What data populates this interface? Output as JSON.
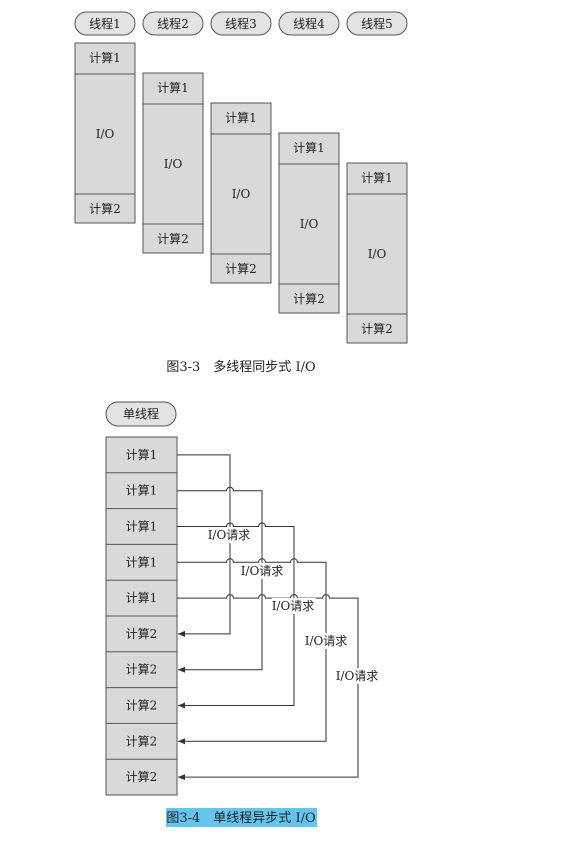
{
  "fig33": {
    "threads": [
      {
        "name": "线程1",
        "compute1": "计算1",
        "io": "I/O",
        "compute2": "计算2"
      },
      {
        "name": "线程2",
        "compute1": "计算1",
        "io": "I/O",
        "compute2": "计算2"
      },
      {
        "name": "线程3",
        "compute1": "计算1",
        "io": "I/O",
        "compute2": "计算2"
      },
      {
        "name": "线程4",
        "compute1": "计算1",
        "io": "I/O",
        "compute2": "计算2"
      },
      {
        "name": "线程5",
        "compute1": "计算1",
        "io": "I/O",
        "compute2": "计算2"
      }
    ],
    "caption": "图3-3　多线程同步式 I/O"
  },
  "fig34": {
    "thread_label": "单线程",
    "cells": [
      "计算1",
      "计算1",
      "计算1",
      "计算1",
      "计算1",
      "计算2",
      "计算2",
      "计算2",
      "计算2",
      "计算2"
    ],
    "io_requests": [
      "I/O请求",
      "I/O请求",
      "I/O请求",
      "I/O请求",
      "I/O请求"
    ],
    "caption": "图3-4　单线程异步式 I/O",
    "caption_highlight": "#63c6f0"
  }
}
